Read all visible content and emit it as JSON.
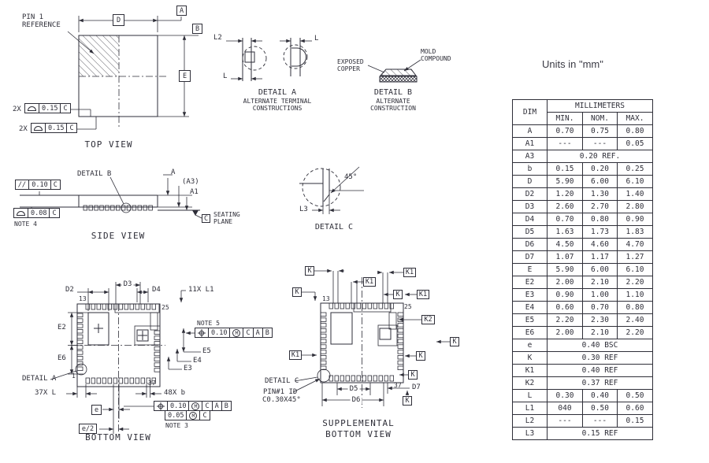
{
  "units_note": "Units in \"mm\"",
  "top_view": {
    "caption": "TOP VIEW",
    "pin1_line1": "PIN 1",
    "pin1_line2": "REFERENCE",
    "dim_d": "D",
    "dim_e": "E",
    "datum_a": "A",
    "datum_b": "B",
    "tol_qty": "2X",
    "tol_value": "0.15",
    "tol_datum": "C"
  },
  "detail_a": {
    "caption": "DETAIL A",
    "sub1": "ALTERNATE TERMINAL",
    "sub2": "CONSTRUCTIONS",
    "l2": "L2",
    "l": "L"
  },
  "detail_b": {
    "caption": "DETAIL B",
    "sub1": "ALTERNATE",
    "sub2": "CONSTRUCTION",
    "exposed1": "EXPOSED",
    "exposed2": "COPPER",
    "mold1": "MOLD",
    "mold2": "COMPOUND"
  },
  "side_view": {
    "caption": "SIDE VIEW",
    "detail_b_callout": "DETAIL B",
    "par_symbol": "//",
    "par_value": "0.10",
    "par_datum": "C",
    "prof_value": "0.08",
    "prof_datum": "C",
    "note4": "NOTE 4",
    "dim_a": "A",
    "dim_a3": "(A3)",
    "dim_a1": "A1",
    "seat_datum": "C",
    "seat1": "SEATING",
    "seat2": "PLANE"
  },
  "detail_c": {
    "caption": "DETAIL C",
    "angle": "45°",
    "l3": "L3"
  },
  "bottom_view": {
    "caption": "BOTTOM VIEW",
    "d2": "D2",
    "d3": "D3",
    "d4": "D4",
    "l1": "11X L1",
    "e2": "E2",
    "e6": "E6",
    "e5": "E5",
    "e4": "E4",
    "e3": "E3",
    "l": "37X L",
    "b": "48X b",
    "e": "e",
    "e_half": "e/2",
    "pin13": "13",
    "pin25": "25",
    "pin1": "1",
    "pin37": "37",
    "detail_a_callout": "DETAIL A",
    "note5": "NOTE 5",
    "note3": "NOTE 3",
    "fcf_val1": "0.10",
    "fcf_val2": "0.05",
    "fcf_m": "M",
    "fcf_c": "C",
    "fcf_a": "A",
    "fcf_b": "B"
  },
  "supplemental_view": {
    "caption1": "SUPPLEMENTAL",
    "caption2": "BOTTOM VIEW",
    "k": "K",
    "k1": "K1",
    "k2": "K2",
    "d5": "D5",
    "d6": "D6",
    "d7": "D7",
    "pin13": "13",
    "pin25": "25",
    "pin37": "37",
    "detail_c_callout": "DETAIL C",
    "pin1_id1": "PIN#1 ID",
    "pin1_id2": "C0.30X45°"
  },
  "table": {
    "header_group": "MILLIMETERS",
    "col_dim": "DIM",
    "col_min": "MIN.",
    "col_nom": "NOM.",
    "col_max": "MAX.",
    "rows": [
      {
        "dim": "A",
        "min": "0.70",
        "nom": "0.75",
        "max": "0.80"
      },
      {
        "dim": "A1",
        "min": "---",
        "nom": "---",
        "max": "0.05"
      },
      {
        "dim": "A3",
        "span": "0.20 REF."
      },
      {
        "dim": "b",
        "min": "0.15",
        "nom": "0.20",
        "max": "0.25"
      },
      {
        "dim": "D",
        "min": "5.90",
        "nom": "6.00",
        "max": "6.10"
      },
      {
        "dim": "D2",
        "min": "1.20",
        "nom": "1.30",
        "max": "1.40"
      },
      {
        "dim": "D3",
        "min": "2.60",
        "nom": "2.70",
        "max": "2.80"
      },
      {
        "dim": "D4",
        "min": "0.70",
        "nom": "0.80",
        "max": "0.90"
      },
      {
        "dim": "D5",
        "min": "1.63",
        "nom": "1.73",
        "max": "1.83"
      },
      {
        "dim": "D6",
        "min": "4.50",
        "nom": "4.60",
        "max": "4.70"
      },
      {
        "dim": "D7",
        "min": "1.07",
        "nom": "1.17",
        "max": "1.27"
      },
      {
        "dim": "E",
        "min": "5.90",
        "nom": "6.00",
        "max": "6.10"
      },
      {
        "dim": "E2",
        "min": "2.00",
        "nom": "2.10",
        "max": "2.20"
      },
      {
        "dim": "E3",
        "min": "0.90",
        "nom": "1.00",
        "max": "1.10"
      },
      {
        "dim": "E4",
        "min": "0.60",
        "nom": "0.70",
        "max": "0.80"
      },
      {
        "dim": "E5",
        "min": "2.20",
        "nom": "2.30",
        "max": "2.40"
      },
      {
        "dim": "E6",
        "min": "2.00",
        "nom": "2.10",
        "max": "2.20"
      },
      {
        "dim": "e",
        "span": "0.40 BSC"
      },
      {
        "dim": "K",
        "span": "0.30 REF"
      },
      {
        "dim": "K1",
        "span": "0.40 REF"
      },
      {
        "dim": "K2",
        "span": "0.37 REF"
      },
      {
        "dim": "L",
        "min": "0.30",
        "nom": "0.40",
        "max": "0.50"
      },
      {
        "dim": "L1",
        "min": "040",
        "nom": "0.50",
        "max": "0.60"
      },
      {
        "dim": "L2",
        "min": "---",
        "nom": "---",
        "max": "0.15"
      },
      {
        "dim": "L3",
        "span": "0.15 REF"
      }
    ]
  }
}
